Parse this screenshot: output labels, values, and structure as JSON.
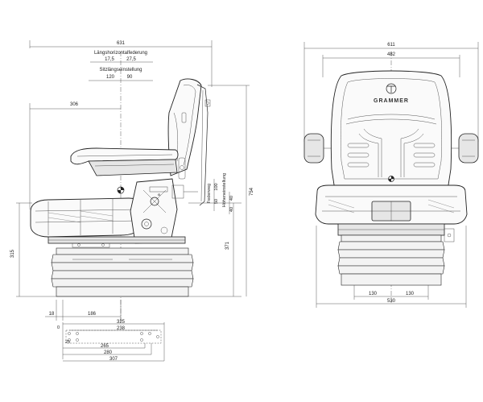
{
  "brand": {
    "logo_text": "GRAMMER"
  },
  "side_view": {
    "overall_width": "631",
    "label_horizontal_suspension": "Längshorizontalfederung",
    "horizontal_left": "17,5",
    "horizontal_right": "27,5",
    "label_fore_aft": "Sitzlängseinstellung",
    "fore_aft_left": "120",
    "fore_aft_right": "90",
    "backrest_offset": "306",
    "label_suspension_travel": "Federweg",
    "suspension_travel_a": "100",
    "suspension_travel_b": "50",
    "label_height_adjustment": "Höheneinstellung",
    "height_adjustment_a": "40",
    "height_adjustment_b": "40",
    "overall_height": "754",
    "seat_height": "371",
    "base_height": "315",
    "bottom_offset": "18",
    "bottom_width": "186"
  },
  "mounting": {
    "dim_325": "325",
    "dim_238": "238",
    "dim_0": "0",
    "dim_25": "25",
    "dim_265": "265",
    "dim_280": "280",
    "dim_307": "307"
  },
  "front_view": {
    "overall_width": "611",
    "backrest_width": "482",
    "half_left": "130",
    "half_right": "130",
    "base_width": "530"
  }
}
